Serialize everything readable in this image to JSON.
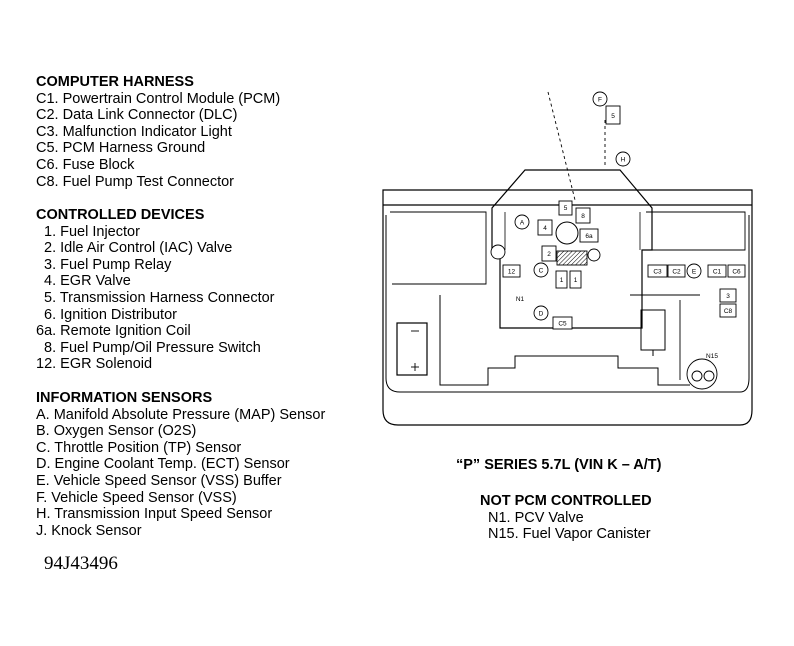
{
  "figure_id": "94J43496",
  "computer_harness": {
    "title": "COMPUTER HARNESS",
    "items": [
      "C1. Powertrain Control Module (PCM)",
      "C2. Data Link Connector (DLC)",
      "C3. Malfunction Indicator Light",
      "C5. PCM Harness Ground",
      "C6. Fuse Block",
      "C8. Fuel Pump Test Connector"
    ]
  },
  "controlled_devices": {
    "title": "CONTROLLED DEVICES",
    "items": [
      "1. Fuel Injector",
      "2. Idle Air Control (IAC) Valve",
      "3. Fuel Pump Relay",
      "4. EGR Valve",
      "5. Transmission Harness Connector",
      "6. Ignition Distributor",
      "6a. Remote Ignition Coil",
      "8. Fuel Pump/Oil Pressure Switch",
      "12. EGR Solenoid"
    ]
  },
  "information_sensors": {
    "title": "INFORMATION SENSORS",
    "items": [
      "A. Manifold Absolute Pressure (MAP) Sensor",
      "B. Oxygen Sensor (O2S)",
      "C. Throttle Position (TP) Sensor",
      "D. Engine Coolant Temp. (ECT) Sensor",
      "E. Vehicle Speed Sensor (VSS) Buffer",
      "F. Vehicle Speed Sensor (VSS)",
      "H. Transmission Input Speed Sensor",
      "J. Knock Sensor"
    ]
  },
  "series_caption": "“P” SERIES 5.7L (VIN K – A/T)",
  "not_pcm_controlled": {
    "title": "NOT PCM CONTROLLED",
    "items": [
      "N1. PCV Valve",
      "N15. Fuel Vapor Canister"
    ]
  },
  "callouts": {
    "F": "F",
    "5_top": "5",
    "H": "H",
    "A": "A",
    "4": "4",
    "5": "5",
    "8": "8",
    "6a": "6a",
    "2": "2",
    "C": "C",
    "1a": "1",
    "1b": "1",
    "12": "12",
    "N1": "N1",
    "D": "D",
    "C5": "C5",
    "C3": "C3",
    "C2": "C2",
    "E": "E",
    "C1": "C1",
    "C6": "C6",
    "3": "3",
    "C8": "C8",
    "N15": "N15"
  }
}
